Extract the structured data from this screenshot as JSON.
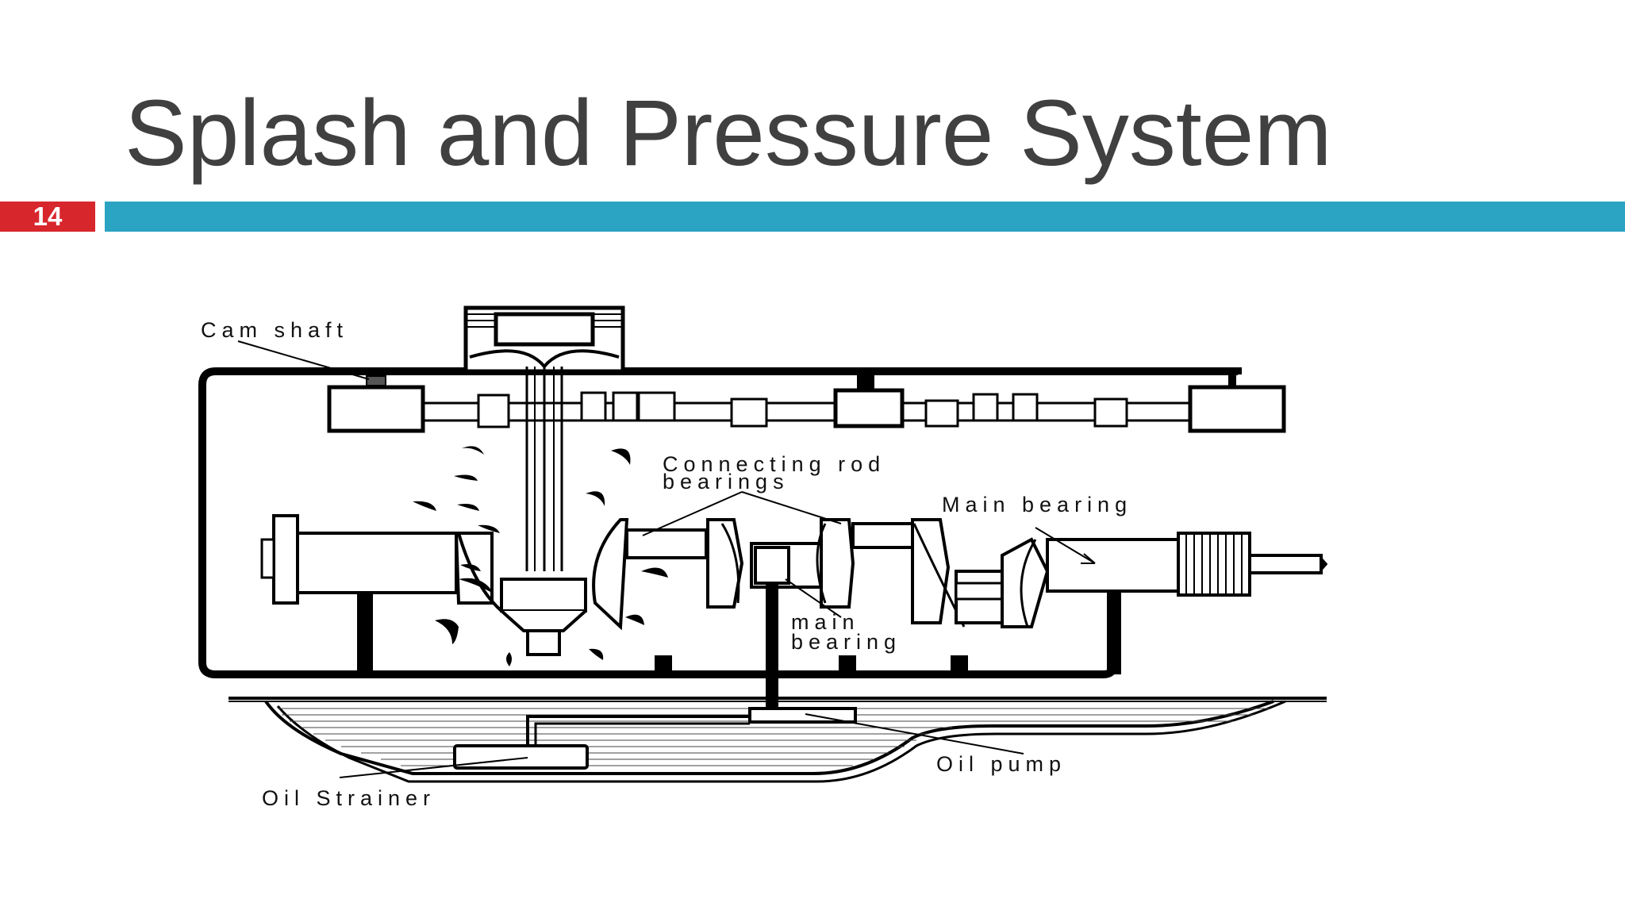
{
  "slide": {
    "title": "Splash and Pressure System",
    "number": "14"
  },
  "diagram": {
    "labels": {
      "camshaft": "Cam shaft",
      "connecting_rod_line1": "Connecting rod",
      "connecting_rod_line2": "bearings",
      "main_bearing_top": "Main bearing",
      "main_bearing_line1": "main",
      "main_bearing_line2": "bearing",
      "oil_pump": "Oil pump",
      "oil_strainer": "Oil Strainer"
    }
  },
  "colors": {
    "title_text": "#404040",
    "number_badge": "#d8262d",
    "accent_rule": "#2ba3c2"
  }
}
